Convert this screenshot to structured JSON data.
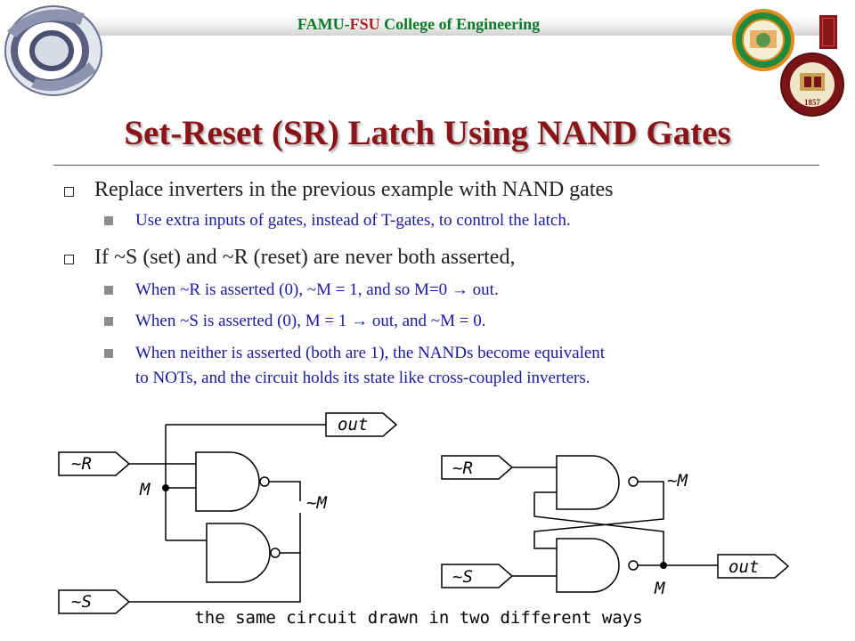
{
  "header": {
    "famu": "FAMU",
    "dash": "-",
    "fsu": "FSU",
    "college": "College of Engineering"
  },
  "title": "Set-Reset (SR) Latch Using NAND Gates",
  "bullets": [
    {
      "text": "Replace inverters in the previous example with NAND gates",
      "sub": [
        "Use extra inputs of gates, instead of T-gates, to control the latch."
      ]
    },
    {
      "text": "If ~S (set) and ~R (reset) are never both asserted,",
      "sub": [
        "When ~R is asserted (0), ~M = 1, and so M=0 → out.",
        "When ~S is asserted (0), M = 1 → out, and ~M = 0.",
        "When neither is asserted (both are 1), the NANDs become equivalent",
        "to NOTs, and the circuit holds its state like cross-coupled inverters."
      ]
    }
  ],
  "circuit": {
    "left": {
      "in_r": "~R",
      "in_s": "~S",
      "out": "out",
      "node_m": "M",
      "node_not_m": "~M"
    },
    "right": {
      "in_r": "~R",
      "in_s": "~S",
      "out": "out",
      "node_m": "M",
      "node_not_m": "~M"
    }
  },
  "caption": "the same circuit drawn in two different ways",
  "colors": {
    "title": "#8a1418",
    "sub_text": "#1a1aa0",
    "famu_green": "#0b7a2a",
    "fsu_red": "#b01e23"
  }
}
